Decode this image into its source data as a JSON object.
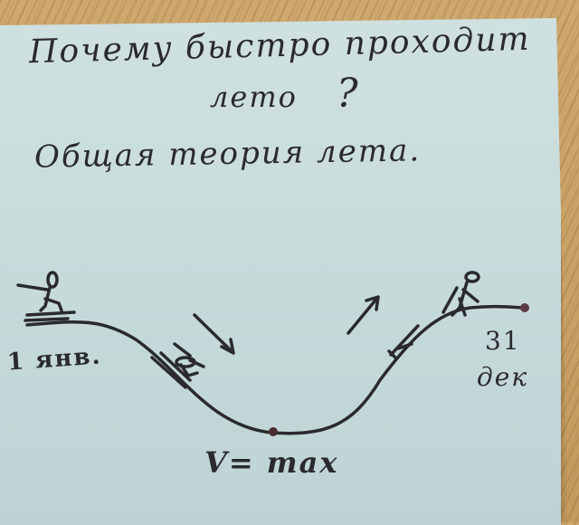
{
  "note": {
    "background_color": "#c9dcdc",
    "ink_color": "#2a2a2e",
    "desk_color": "#c9a46a",
    "title_line1": "Почему быстро проходит",
    "title_line2": "лето",
    "title_punct": "?",
    "subtitle": "Общая теория лета."
  },
  "diagram": {
    "curve_type": "valley",
    "start_label": "1 янв.",
    "end_label_line1": "31",
    "end_label_line2": "дек",
    "bottom_label": "V= max",
    "figures": [
      {
        "name": "person-on-sled-icon",
        "position": "start-top-left"
      },
      {
        "name": "sled-rider-descending-icon",
        "position": "left-slope"
      },
      {
        "name": "down-arrow-icon",
        "position": "left-slope-right"
      },
      {
        "name": "up-arrow-icon",
        "position": "right-slope-left"
      },
      {
        "name": "sled-ascending-icon",
        "position": "right-slope"
      },
      {
        "name": "person-walking-uphill-icon",
        "position": "right-slope-top"
      }
    ]
  }
}
